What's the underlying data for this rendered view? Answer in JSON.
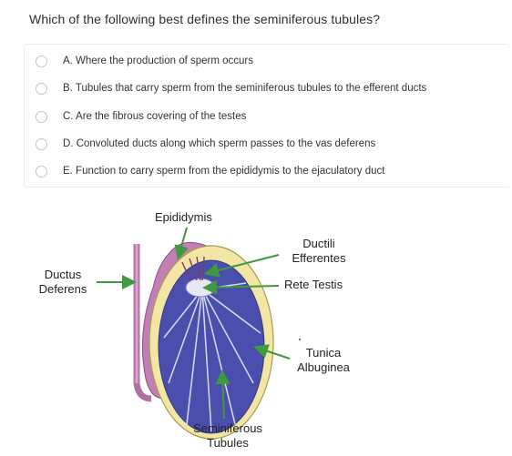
{
  "question": "Which of the following best defines the seminiferous tubules?",
  "options": [
    {
      "label": "A. Where the production of sperm occurs"
    },
    {
      "label": "B. Tubules that carry sperm from the seminiferous tubules to the efferent ducts"
    },
    {
      "label": "C. Are the fibrous covering of the testes"
    },
    {
      "label": "D. Convoluted ducts along which sperm passes to the vas deferens"
    },
    {
      "label": "E. Function to carry sperm from the epididymis to the ejaculatory duct"
    }
  ],
  "diagram": {
    "labels": {
      "epididymis": "Epididymis",
      "ductili_1": "Ductili",
      "ductili_2": "Efferentes",
      "ductus_1": "Ductus",
      "ductus_2": "Deferens",
      "rete": "Rete Testis",
      "tunica_1": "Tunica",
      "tunica_2": "Albuginea",
      "semi_1": "Seminiferous",
      "semi_2": "Tubules"
    },
    "colors": {
      "epididymis": "#c27fb3",
      "tunica": "#f3e6a4",
      "tubules": "#4a4fae",
      "arrow": "#3f9a3f"
    }
  }
}
